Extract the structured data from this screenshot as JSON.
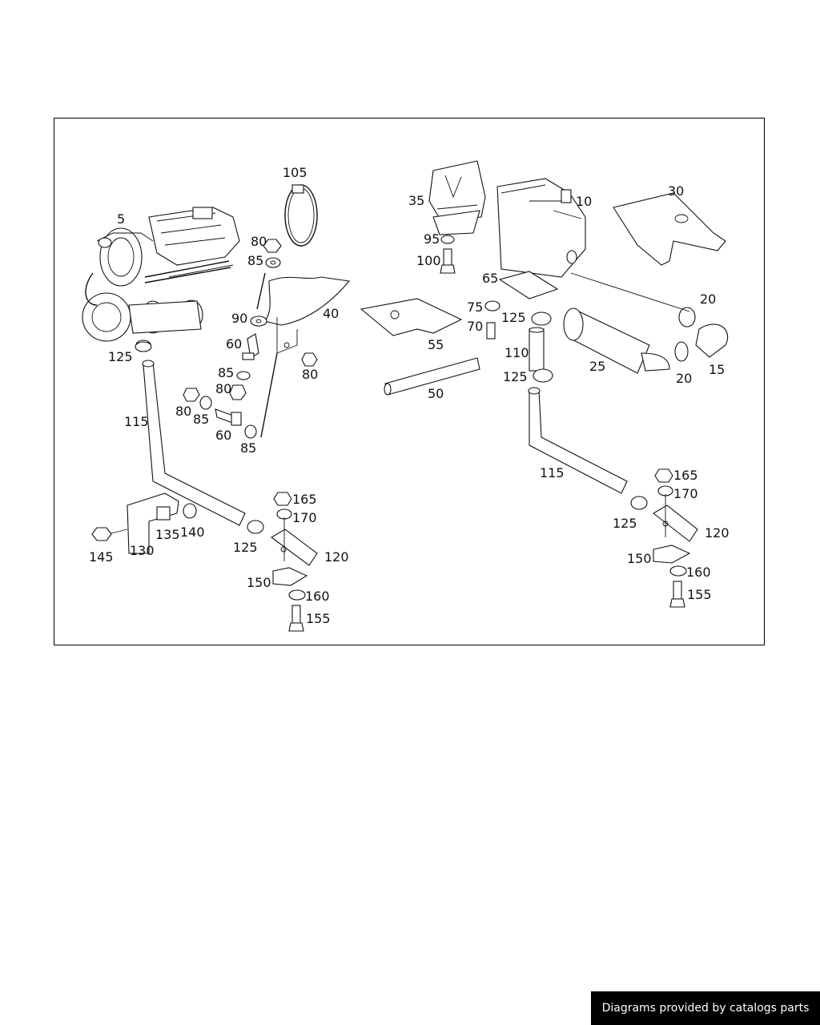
{
  "watermark": "Diagrams provided by catalogs parts",
  "part_labels": [
    {
      "id": "l5",
      "text": "5"
    },
    {
      "id": "l105",
      "text": "105"
    },
    {
      "id": "l80a",
      "text": "80"
    },
    {
      "id": "l85a",
      "text": "85"
    },
    {
      "id": "l90",
      "text": "90"
    },
    {
      "id": "l40",
      "text": "40"
    },
    {
      "id": "l125a",
      "text": "125"
    },
    {
      "id": "l60a",
      "text": "60"
    },
    {
      "id": "l80b",
      "text": "80"
    },
    {
      "id": "l85b",
      "text": "85"
    },
    {
      "id": "l80c",
      "text": "80"
    },
    {
      "id": "l80d",
      "text": "80"
    },
    {
      "id": "l85c",
      "text": "85"
    },
    {
      "id": "l60b",
      "text": "60"
    },
    {
      "id": "l85d",
      "text": "85"
    },
    {
      "id": "l115a",
      "text": "115"
    },
    {
      "id": "l145",
      "text": "145"
    },
    {
      "id": "l130",
      "text": "130"
    },
    {
      "id": "l135",
      "text": "135"
    },
    {
      "id": "l140",
      "text": "140"
    },
    {
      "id": "l125b",
      "text": "125"
    },
    {
      "id": "l165a",
      "text": "165"
    },
    {
      "id": "l170a",
      "text": "170"
    },
    {
      "id": "l120a",
      "text": "120"
    },
    {
      "id": "l150a",
      "text": "150"
    },
    {
      "id": "l160a",
      "text": "160"
    },
    {
      "id": "l155a",
      "text": "155"
    },
    {
      "id": "l35",
      "text": "35"
    },
    {
      "id": "l95",
      "text": "95"
    },
    {
      "id": "l100",
      "text": "100"
    },
    {
      "id": "l10",
      "text": "10"
    },
    {
      "id": "l30",
      "text": "30"
    },
    {
      "id": "l65",
      "text": "65"
    },
    {
      "id": "l75",
      "text": "75"
    },
    {
      "id": "l70",
      "text": "70"
    },
    {
      "id": "l125c",
      "text": "125"
    },
    {
      "id": "l55",
      "text": "55"
    },
    {
      "id": "l110",
      "text": "110"
    },
    {
      "id": "l125d",
      "text": "125"
    },
    {
      "id": "l50",
      "text": "50"
    },
    {
      "id": "l20a",
      "text": "20"
    },
    {
      "id": "l25",
      "text": "25"
    },
    {
      "id": "l20b",
      "text": "20"
    },
    {
      "id": "l15",
      "text": "15"
    },
    {
      "id": "l115b",
      "text": "115"
    },
    {
      "id": "l165b",
      "text": "165"
    },
    {
      "id": "l170b",
      "text": "170"
    },
    {
      "id": "l125e",
      "text": "125"
    },
    {
      "id": "l120b",
      "text": "120"
    },
    {
      "id": "l150b",
      "text": "150"
    },
    {
      "id": "l160b",
      "text": "160"
    },
    {
      "id": "l155b",
      "text": "155"
    }
  ]
}
